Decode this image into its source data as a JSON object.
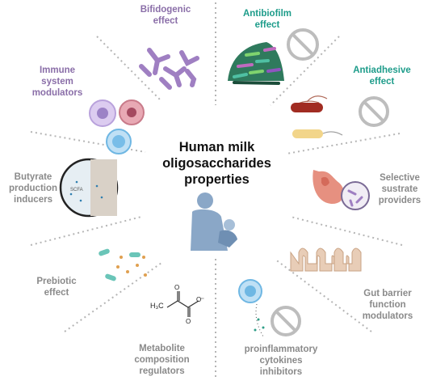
{
  "center_title": "Human milk\noligosaccharides\nproperties",
  "properties": [
    {
      "key": "bifidogenic",
      "label": "Bifidogenic\neffect",
      "color": "#8a6ea8"
    },
    {
      "key": "antibiofilm",
      "label": "Antibiofilm\neffect",
      "color": "#1d9c8a"
    },
    {
      "key": "antiadhesive",
      "label": "Antiadhesive\neffect",
      "color": "#1d9c8a"
    },
    {
      "key": "selective",
      "label": "Selective\nsustrate\nproviders",
      "color": "#8a8a8a"
    },
    {
      "key": "gut_barrier",
      "label": "Gut barrier\nfunction\nmodulators",
      "color": "#8a8a8a"
    },
    {
      "key": "proinflammatory",
      "label": "proinflammatory\ncytokines\ninhibitors",
      "color": "#8a8a8a"
    },
    {
      "key": "metabolite",
      "label": "Metabolite\ncomposition\nregulators",
      "color": "#8a8a8a"
    },
    {
      "key": "prebiotic",
      "label": "Prebiotic\neffect",
      "color": "#8a8a8a"
    },
    {
      "key": "butyrate",
      "label": "Butyrate\nproduction\ninducers",
      "color": "#8a8a8a"
    },
    {
      "key": "immune",
      "label": "Immune\nsystem\nmodulators",
      "color": "#8a6ea8"
    }
  ],
  "scfa_label": "SCFA",
  "pyruvate": {
    "left": "H₃C",
    "charge": "⁻"
  },
  "icons": [
    "bifidobacteria-icon",
    "biofilm-icon",
    "bacteria-icon",
    "intestine-icon",
    "gut-villi-icon",
    "immune-cell-icon",
    "pyruvate-molecule-icon",
    "probiotic-bacteria-icon",
    "colon-cross-section-icon",
    "immune-cells-icon",
    "mother-baby-icon",
    "no-sign-icon"
  ]
}
